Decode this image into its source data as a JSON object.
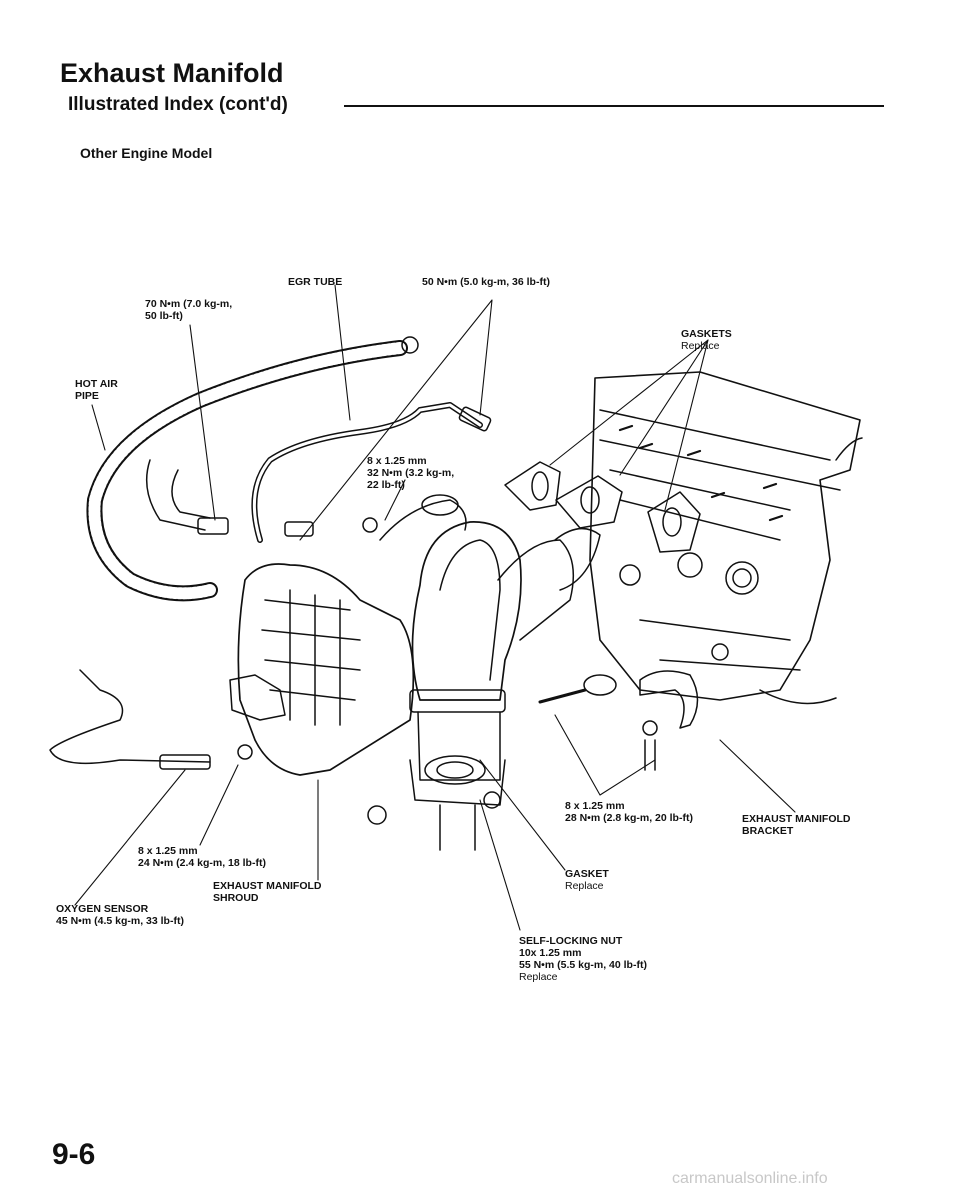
{
  "header": {
    "title": "Exhaust Manifold",
    "subtitle": "Illustrated Index (cont'd)",
    "model": "Other Engine Model"
  },
  "labels": {
    "egr_tube": "EGR TUBE",
    "top_torque": "50 N•m (5.0 kg-m, 36 lb-ft)",
    "hot_air_torque_1": "70 N•m (7.0 kg-m,",
    "hot_air_torque_2": "50 lb-ft)",
    "gaskets": "GASKETS",
    "gaskets_note": "Replace",
    "hot_air_1": "HOT AIR",
    "hot_air_2": "PIPE",
    "egr_bolt_1": "8 x 1.25 mm",
    "egr_bolt_2": "32 N•m (3.2 kg-m,",
    "egr_bolt_3": "22 lb-ft)",
    "bracket_bolt_1": "8 x 1.25 mm",
    "bracket_bolt_2": "28 N•m (2.8 kg-m, 20 lb-ft)",
    "bracket_1": "EXHAUST MANIFOLD",
    "bracket_2": "BRACKET",
    "shroud_bolt_1": "8 x 1.25 mm",
    "shroud_bolt_2": "24 N•m (2.4 kg-m, 18 lb-ft)",
    "shroud_1": "EXHAUST MANIFOLD",
    "shroud_2": "SHROUD",
    "gasket": "GASKET",
    "gasket_note": "Replace",
    "oxygen_1": "OXYGEN SENSOR",
    "oxygen_2": "45 N•m (4.5 kg-m, 33 lb-ft)",
    "nut_1": "SELF-LOCKING NUT",
    "nut_2": "10x 1.25 mm",
    "nut_3": "55 N•m (5.5 kg-m, 40 lb-ft)",
    "nut_note": "Replace"
  },
  "footer": {
    "page_number": "9-6",
    "watermark": "carmanualsonline.info"
  }
}
